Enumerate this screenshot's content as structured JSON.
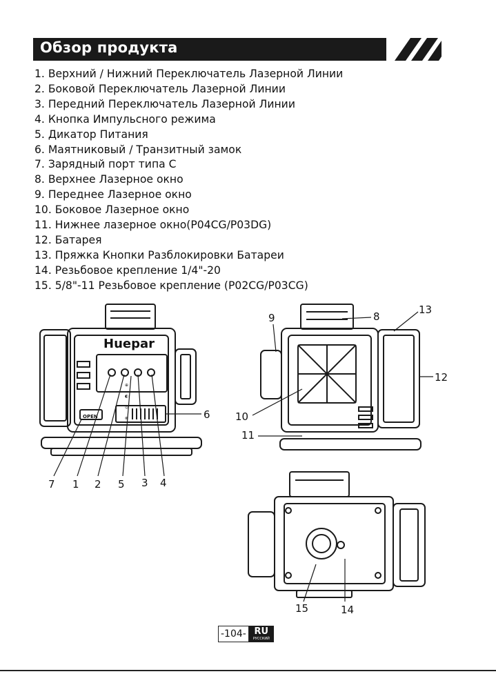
{
  "header": {
    "title": "Обзор продукта"
  },
  "items": [
    "1. Верхний / Нижний Переключатель Лазерной Линии",
    "2. Боковой Переключатель Лазерной Линии",
    "3. Передний Переключатель Лазерной Линии",
    "4. Кнопка Импульсного режима",
    "5. Дикатор Питания",
    "6. Маятниковый / Транзитный замок",
    "7. Зарядный порт типа C",
    "8. Верхнее Лазерное окно",
    "9. Переднее Лазерное окно",
    "10. Боковое Лазерное окно",
    "11. Нижнее лазерное окно(P04CG/P03DG)",
    "12. Батарея",
    "13. Пряжка Кнопки Разблокировки Батареи",
    "14. Резьбовое крепление 1/4\"-20",
    "15. 5/8\"-11 Резьбовое крепление (P02CG/P03CG)"
  ],
  "figure1": {
    "brand": "Huepar",
    "led_marks": "⊕ ◐ ◎ ⊗",
    "open_label": "OPEN",
    "callouts": [
      "6",
      "7",
      "1",
      "2",
      "5",
      "3",
      "4"
    ]
  },
  "figure2": {
    "callouts": [
      "9",
      "8",
      "13",
      "12",
      "10",
      "11"
    ]
  },
  "figure3": {
    "callouts": [
      "15",
      "14"
    ]
  },
  "footer": {
    "page_number": "-104-",
    "lang_code": "RU",
    "lang_name": "РУССКИЙ"
  }
}
